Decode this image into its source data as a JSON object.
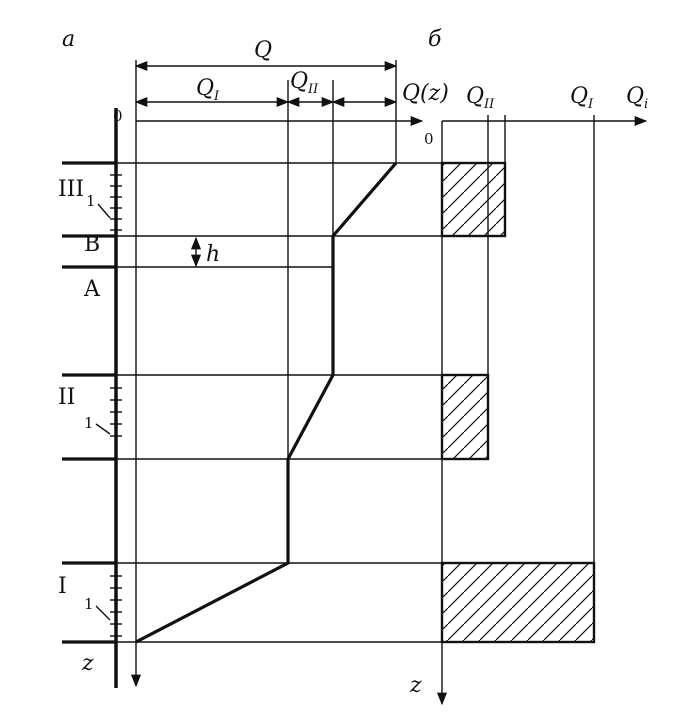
{
  "panel_a_label": "а",
  "panel_b_label": "б",
  "origin_a": "0",
  "origin_b": "0",
  "z_label_a": "z",
  "z_label_b": "z",
  "Q": "Q",
  "Q_I": {
    "base": "Q",
    "sub": "I"
  },
  "Q_II": {
    "base": "Q",
    "sub": "II"
  },
  "Q_z": "Q(z)",
  "Q_b_II": {
    "base": "Q",
    "sub": "II"
  },
  "Q_b_I": {
    "base": "Q",
    "sub": "I"
  },
  "Q_axis": {
    "base": "Q",
    "sub": "i"
  },
  "layers": {
    "III": "III",
    "B": "B",
    "A": "A",
    "II": "II",
    "I": "I"
  },
  "perforation_marks": [
    "1",
    "1",
    "1"
  ],
  "h_label": "h"
}
